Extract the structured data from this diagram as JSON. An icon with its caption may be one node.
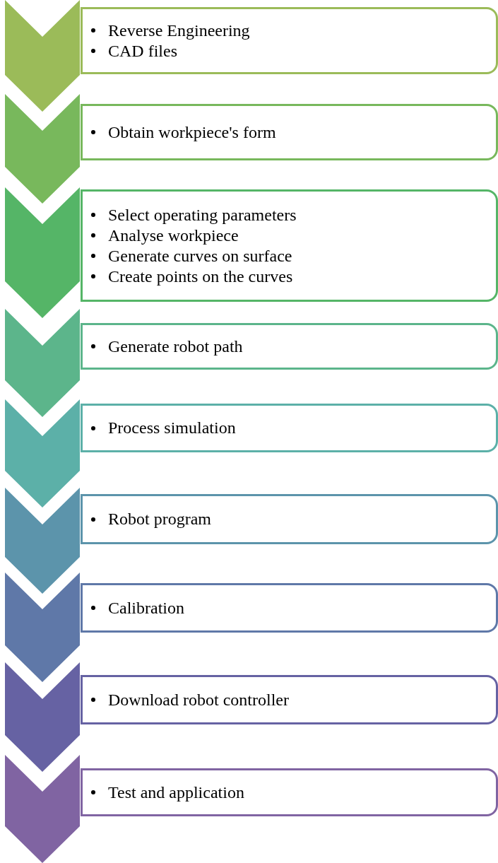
{
  "diagram": {
    "nodes": [
      {
        "text": [],
        "shape": "chevron"
      },
      {
        "text": [
          "Reverse Engineering",
          "CAD files"
        ]
      },
      {
        "text": [],
        "shape": "chevron"
      },
      {
        "text": [
          "Obtain workpiece's form"
        ]
      },
      {
        "text": [],
        "shape": "chevron"
      },
      {
        "text": [
          "Select operating parameters",
          "Analyse workpiece",
          "Generate curves on surface",
          "Create points on the curves"
        ]
      },
      {
        "text": [],
        "shape": "chevron"
      },
      {
        "text": [
          "Generate robot path"
        ]
      },
      {
        "text": [],
        "shape": "chevron"
      },
      {
        "text": [
          "Process simulation"
        ]
      },
      {
        "text": [],
        "shape": "chevron"
      },
      {
        "text": [
          "Robot program"
        ]
      },
      {
        "text": [],
        "shape": "chevron"
      },
      {
        "text": [
          "Calibration"
        ]
      },
      {
        "text": [],
        "shape": "chevron"
      },
      {
        "text": [
          "Download robot controller"
        ]
      },
      {
        "text": [],
        "shape": "chevron"
      },
      {
        "text": [
          "Test and application"
        ]
      }
    ]
  }
}
